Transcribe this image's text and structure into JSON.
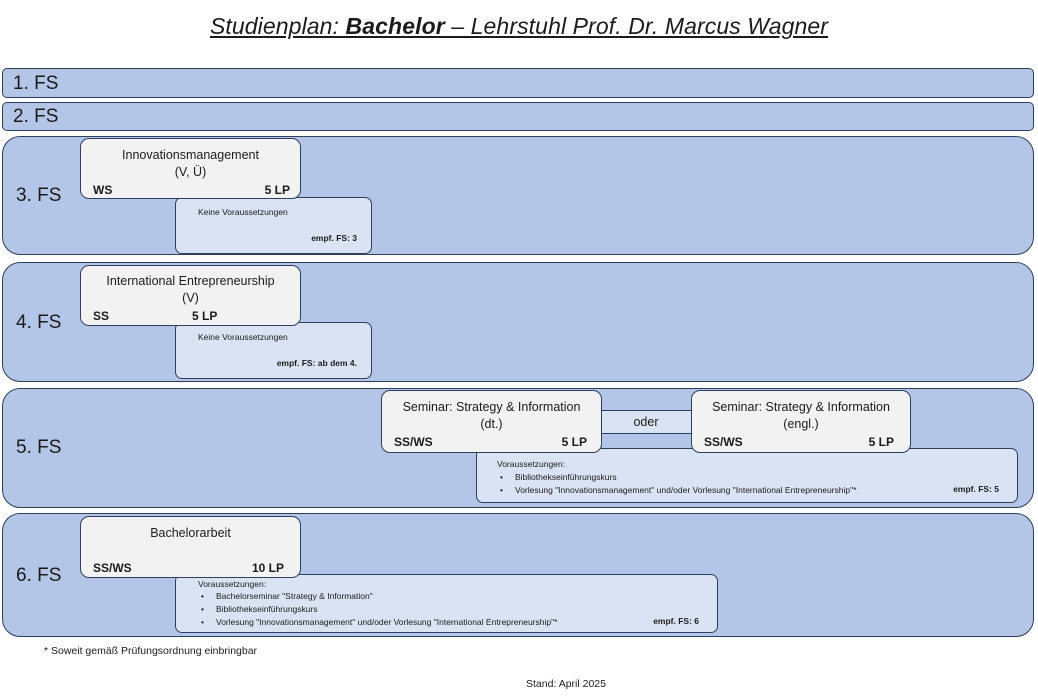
{
  "title": {
    "prefix": "Studienplan: ",
    "bold": "Bachelor",
    "suffix": " – Lehrstuhl Prof. Dr. Marcus Wagner"
  },
  "semesters": [
    {
      "label": "1. FS"
    },
    {
      "label": "2. FS"
    },
    {
      "label": "3. FS"
    },
    {
      "label": "4. FS"
    },
    {
      "label": "5. FS"
    },
    {
      "label": "6. FS"
    }
  ],
  "courses": {
    "innovation": {
      "name": "Innovationsmanagement",
      "type": "(V, Ü)",
      "semester": "WS",
      "lp": "5 LP"
    },
    "entrepreneurship": {
      "name": "International Entrepreneurship",
      "type": "(V)",
      "semester": "SS",
      "lp": "5 LP"
    },
    "seminar_de": {
      "name": "Seminar: Strategy & Information",
      "type": "(dt.)",
      "semester": "SS/WS",
      "lp": "5 LP"
    },
    "seminar_en": {
      "name": "Seminar: Strategy & Information",
      "type": "(engl.)",
      "semester": "SS/WS",
      "lp": "5 LP"
    },
    "thesis": {
      "name": "Bachelorarbeit",
      "semester": "SS/WS",
      "lp": "10 LP"
    }
  },
  "oder": "oder",
  "requirements": {
    "fs3": {
      "text": "Keine Voraussetzungen",
      "empf": "empf. FS: 3"
    },
    "fs4": {
      "text": "Keine Voraussetzungen",
      "empf": "empf. FS: ab dem 4."
    },
    "fs5": {
      "heading": "Voraussetzungen:",
      "items": [
        "Bibliothekseinführungskurs",
        "Vorlesung \"Innovationsmanagement\" und/oder Vorlesung \"International Entrepreneurship\"*"
      ],
      "empf": "empf. FS: 5"
    },
    "fs6": {
      "heading": "Voraussetzungen:",
      "items": [
        "Bachelorseminar \"Strategy & Information\"",
        "Bibliothekseinführungskurs",
        "Vorlesung \"Innovationsmanagement\" und/oder Vorlesung \"International Entrepreneurship\"*"
      ],
      "empf": "empf. FS: 6"
    }
  },
  "footnote": "*   Soweit gemäß Prüfungsordnung einbringbar",
  "stand": "Stand: April 2025",
  "colors": {
    "band": "#b3c6e7",
    "course": "#f2f2f2",
    "requirement": "#dae3f3",
    "border": "#2f3e5c"
  }
}
